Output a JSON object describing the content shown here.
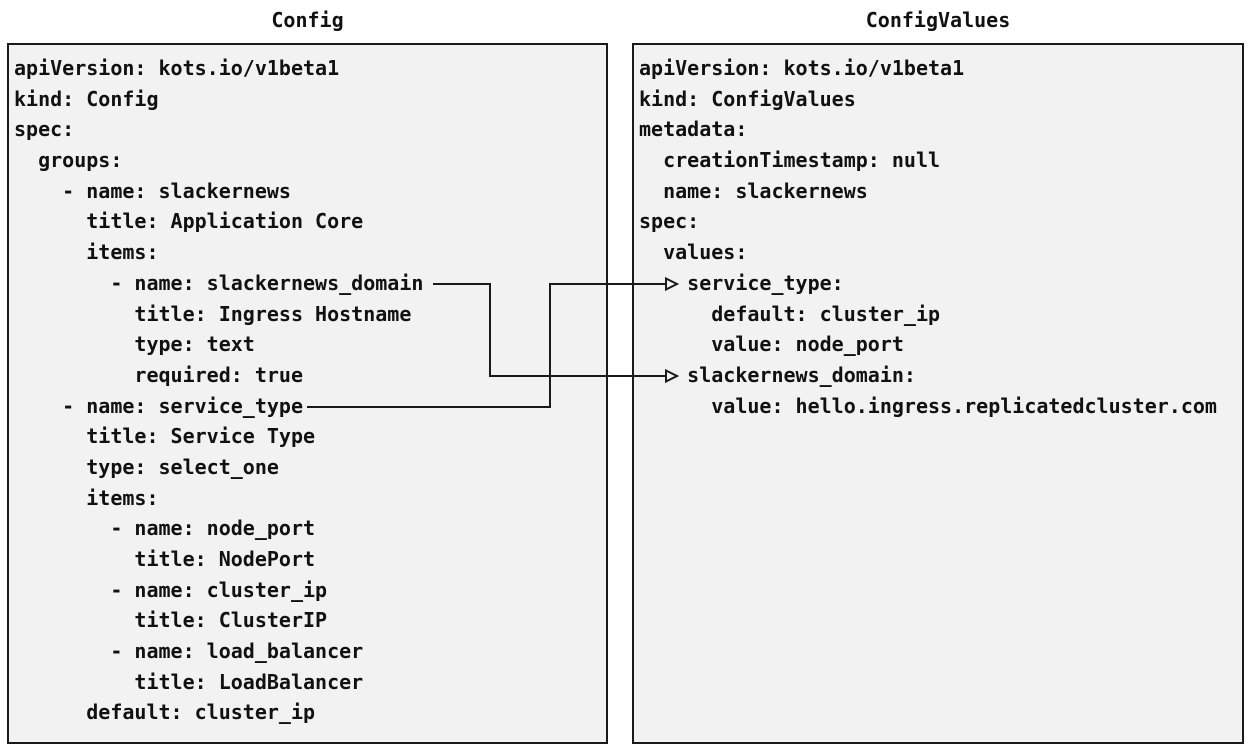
{
  "colors": {
    "panel_background": "#f2f2f2",
    "panel_border": "#1a1a1a",
    "text": "#111111",
    "arrow": "#1a1a1a"
  },
  "panels": {
    "config": {
      "title": "Config",
      "lines": [
        "apiVersion: kots.io/v1beta1",
        "kind: Config",
        "spec:",
        "  groups:",
        "    - name: slackernews",
        "      title: Application Core",
        "      items:",
        "        - name: slackernews_domain",
        "          title: Ingress Hostname",
        "          type: text",
        "          required: true",
        "    - name: service_type",
        "      title: Service Type",
        "      type: select_one",
        "      items:",
        "        - name: node_port",
        "          title: NodePort",
        "        - name: cluster_ip",
        "          title: ClusterIP",
        "        - name: load_balancer",
        "          title: LoadBalancer",
        "      default: cluster_ip"
      ]
    },
    "config_values": {
      "title": "ConfigValues",
      "lines": [
        "apiVersion: kots.io/v1beta1",
        "kind: ConfigValues",
        "metadata:",
        "  creationTimestamp: null",
        "  name: slackernews",
        "spec:",
        "  values:",
        "    service_type:",
        "      default: cluster_ip",
        "      value: node_port",
        "    slackernews_domain:",
        "      value: hello.ingress.replicatedcluster.com"
      ]
    }
  },
  "connections": [
    {
      "from": "slackernews_domain",
      "to": "slackernews_domain"
    },
    {
      "from": "service_type",
      "to": "service_type"
    }
  ]
}
